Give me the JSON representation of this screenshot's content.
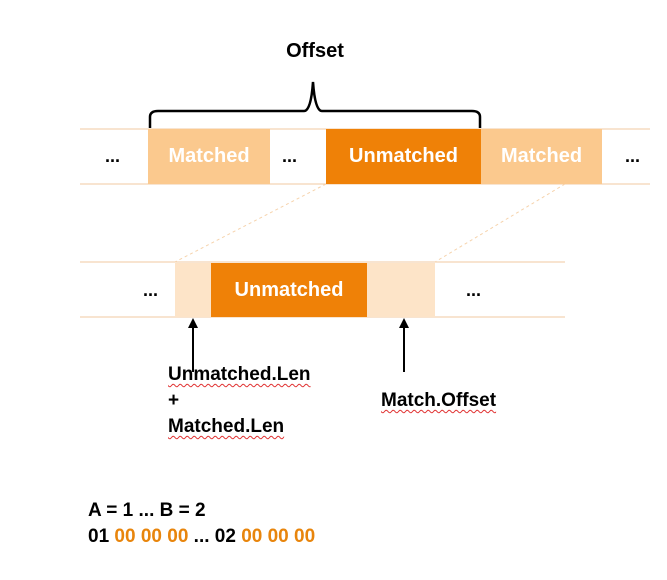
{
  "colors": {
    "matched": "#fbc98e",
    "unmatched": "#ef8107",
    "matched_pale": "#fde4c8",
    "row_border": "#f2c9a0",
    "highlight_text": "#e8850c"
  },
  "top_row": {
    "offset_label": "Offset",
    "ellipsis_1": "...",
    "matched_1": "Matched",
    "ellipsis_2": "...",
    "unmatched": "Unmatched",
    "matched_2": "Matched",
    "ellipsis_3": "..."
  },
  "bottom_row": {
    "ellipsis_left": "...",
    "unmatched": "Unmatched",
    "ellipsis_right": "..."
  },
  "annotations": {
    "len_line1": "Unmatched.Len",
    "len_line2": "+",
    "len_line3": "Matched.Len",
    "match_offset": "Match.Offset"
  },
  "encoding": {
    "line1": "A = 1 ... B = 2",
    "line2_a": "01 ",
    "line2_b": "00 00 00",
    "line2_c": " ... 02 ",
    "line2_d": "00 00 00"
  }
}
